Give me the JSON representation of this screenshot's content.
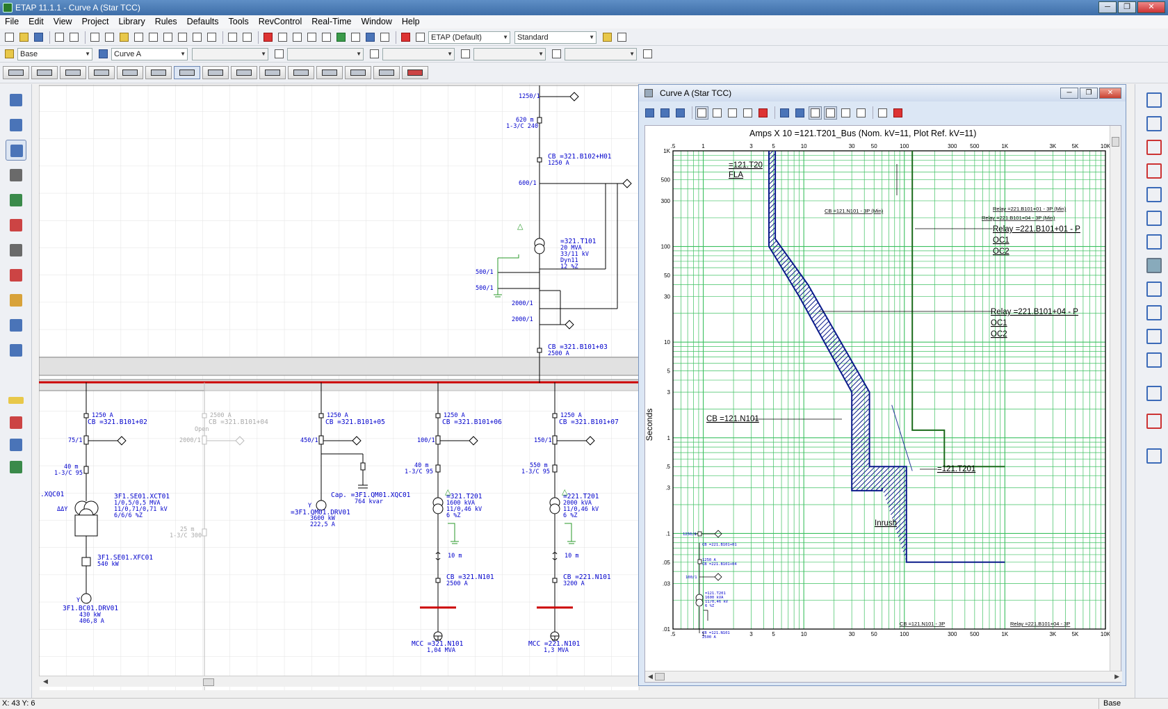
{
  "app": {
    "title": "ETAP 11.1.1 - Curve A (Star TCC)"
  },
  "menu": [
    "File",
    "Edit",
    "View",
    "Project",
    "Library",
    "Rules",
    "Defaults",
    "Tools",
    "RevControl",
    "Real-Time",
    "Window",
    "Help"
  ],
  "toolbar1": {
    "study_config": "ETAP (Default)",
    "view_mode": "Standard"
  },
  "toolbar2": {
    "presentation": "Base",
    "curve": "Curve A"
  },
  "status": {
    "coords": "X: 43    Y: 6",
    "mode": "Base"
  },
  "oneline": {
    "upper": {
      "ct1": "1250/1",
      "cable1": [
        "620 m",
        "1-3/C 240"
      ],
      "cb": [
        "CB  =321.B102+H01",
        "1250 A"
      ],
      "ct2": "600/1",
      "xfmr": [
        "=321.T101",
        "20 MVA",
        "33/11 kV",
        "Dyn11",
        "12 %Z"
      ],
      "ct_list": [
        "500/1",
        "500/1",
        "2000/1",
        "2000/1"
      ],
      "cb2": [
        "CB =321.B101+03",
        "2500 A"
      ]
    },
    "feeders": [
      {
        "rating": "1250 A",
        "cb": "CB =321.B101+02",
        "ct": "75/1",
        "cable": [
          "40 m",
          "1-3/C 95"
        ],
        "load": [
          "3F1.SE01.XCT01",
          "1/0,5/0,5 MVA",
          "11/0,71/0,71 kV",
          "6/6/6 %Z"
        ],
        "left": ".XQC01",
        "conn": "ΔΔY",
        "vfd": [
          "3F1.SE01.XFC01",
          "540 kW"
        ],
        "motor": [
          "Y",
          "3F1.BC01.DRV01",
          "430 kW",
          "406,8 A"
        ]
      },
      {
        "rating": "2500 A",
        "cb": "CB =321.B101+04",
        "open": "Open",
        "ct": "2000/1",
        "cable": [
          "25 m",
          "1-3/C 300"
        ]
      },
      {
        "rating": "1250 A",
        "cb": "CB =321.B101+05",
        "ct": "450/1",
        "cap": [
          "Cap.  =3F1.QM01.XQC01",
          "764 kvar"
        ],
        "motor": [
          "Y",
          "=3F1.QM01.DRV01",
          "3600 kW",
          "222,5 A"
        ]
      },
      {
        "rating": "1250 A",
        "cb": "CB =321.B101+06",
        "ct": "100/1",
        "cable": [
          "40 m",
          "1-3/C 95"
        ],
        "xfmr": [
          "=321.T201",
          "1600 kVA",
          "11/0,46 kV",
          "6 %Z"
        ],
        "cable2": "10 m",
        "lvcb": [
          "CB =321.N101",
          "2500 A"
        ],
        "mcc": [
          "MCC =321.N101",
          "1,04 MVA"
        ]
      },
      {
        "rating": "1250 A",
        "cb": "CB =321.B101+07",
        "ct": "150/1",
        "cable": [
          "550 m",
          "1-3/C 95"
        ],
        "xfmr": [
          "=221.T201",
          "2000 kVA",
          "11/0,46 kV",
          "6 %Z"
        ],
        "cable2": "10 m",
        "lvcb": [
          "CB =221.N101",
          "3200 A"
        ],
        "mcc": [
          "MCC =221.N101",
          "1,3 MVA"
        ]
      }
    ]
  },
  "tcc_window": {
    "title": "Curve A (Star TCC)",
    "header": "Amps  X  10    =121.T201_Bus (Nom. kV=11, Plot Ref. kV=11)",
    "ylabel": "Seconds",
    "x_ticks": [
      ".5",
      "1",
      "3",
      "5",
      "10",
      "30",
      "50",
      "100",
      "300",
      "500",
      "1K",
      "3K",
      "5K",
      "10K"
    ],
    "y_ticks": [
      "1K",
      "500",
      "300",
      "100",
      "50",
      "30",
      "10",
      "5",
      "3",
      "1",
      ".5",
      ".3",
      ".1",
      ".05",
      ".03",
      ".01"
    ],
    "labels": {
      "fla": [
        "=121.T20",
        "FLA"
      ],
      "cb_n101": "CB =121.N101",
      "t201": "=121.T201",
      "inrush": "Inrush",
      "relay01": [
        "Relay =221.B101+01 - P",
        "OC1",
        "OC2"
      ],
      "relay04": [
        "Relay =221.B101+04 - P",
        "OC1",
        "OC2"
      ],
      "cb_min": "CB =121.N101 - 3P (Min)",
      "relay01_min": "Relay =221.B101+01 - 3P (Min)",
      "relay04_min": "Relay =221.B101+04 - 3P (Min)",
      "cb_3p": "CB =121.N101 - 3P",
      "relay04_3p": "Relay =221.B101+04 - 3P"
    },
    "mini": {
      "ct1": "1250/1",
      "cb1": "CB =221.B101+01",
      "cb2": [
        "1250 A",
        "CB =221.B101+04"
      ],
      "ct2": "100/1",
      "xfmr": [
        "=121.T201",
        "1600 kVA",
        "11/0,46 kV",
        "6 %Z"
      ],
      "lvcb": [
        "CB =121.N101",
        "2500 A"
      ]
    }
  },
  "chart_data": {
    "type": "line",
    "title": "=121.T201_Bus (Nom. kV=11, Plot Ref. kV=11)",
    "xlabel": "Amps  X  10",
    "ylabel": "Seconds",
    "x_scale": "log",
    "y_scale": "log",
    "xlim": [
      0.5,
      10000
    ],
    "ylim": [
      0.01,
      1000
    ],
    "grid": true,
    "series": [
      {
        "name": "CB =121.N101",
        "color": "#0a1a8a",
        "x": [
          4.5,
          4.5,
          9,
          30,
          30,
          60,
          60
        ],
        "y": [
          1000,
          100,
          30,
          3,
          0.28,
          0.28,
          0.3
        ]
      },
      {
        "name": "CB =121.N101",
        "color": "#0a1a8a",
        "x": [
          5.2,
          5.2,
          11,
          45,
          45,
          105,
          105,
          1000
        ],
        "y": [
          1000,
          120,
          40,
          3,
          0.5,
          0.5,
          0.05,
          0.05
        ]
      },
      {
        "name": "Relay =221.B101+01 - P",
        "color": "#1a6a1a",
        "x": [
          120,
          120,
          250,
          250,
          1000
        ],
        "y": [
          1000,
          1.2,
          1.2,
          0.5,
          0.5
        ]
      },
      {
        "name": "=121.T201",
        "color": "#283a9a",
        "x": [
          75,
          120
        ],
        "y": [
          2.2,
          0.45
        ]
      }
    ]
  }
}
